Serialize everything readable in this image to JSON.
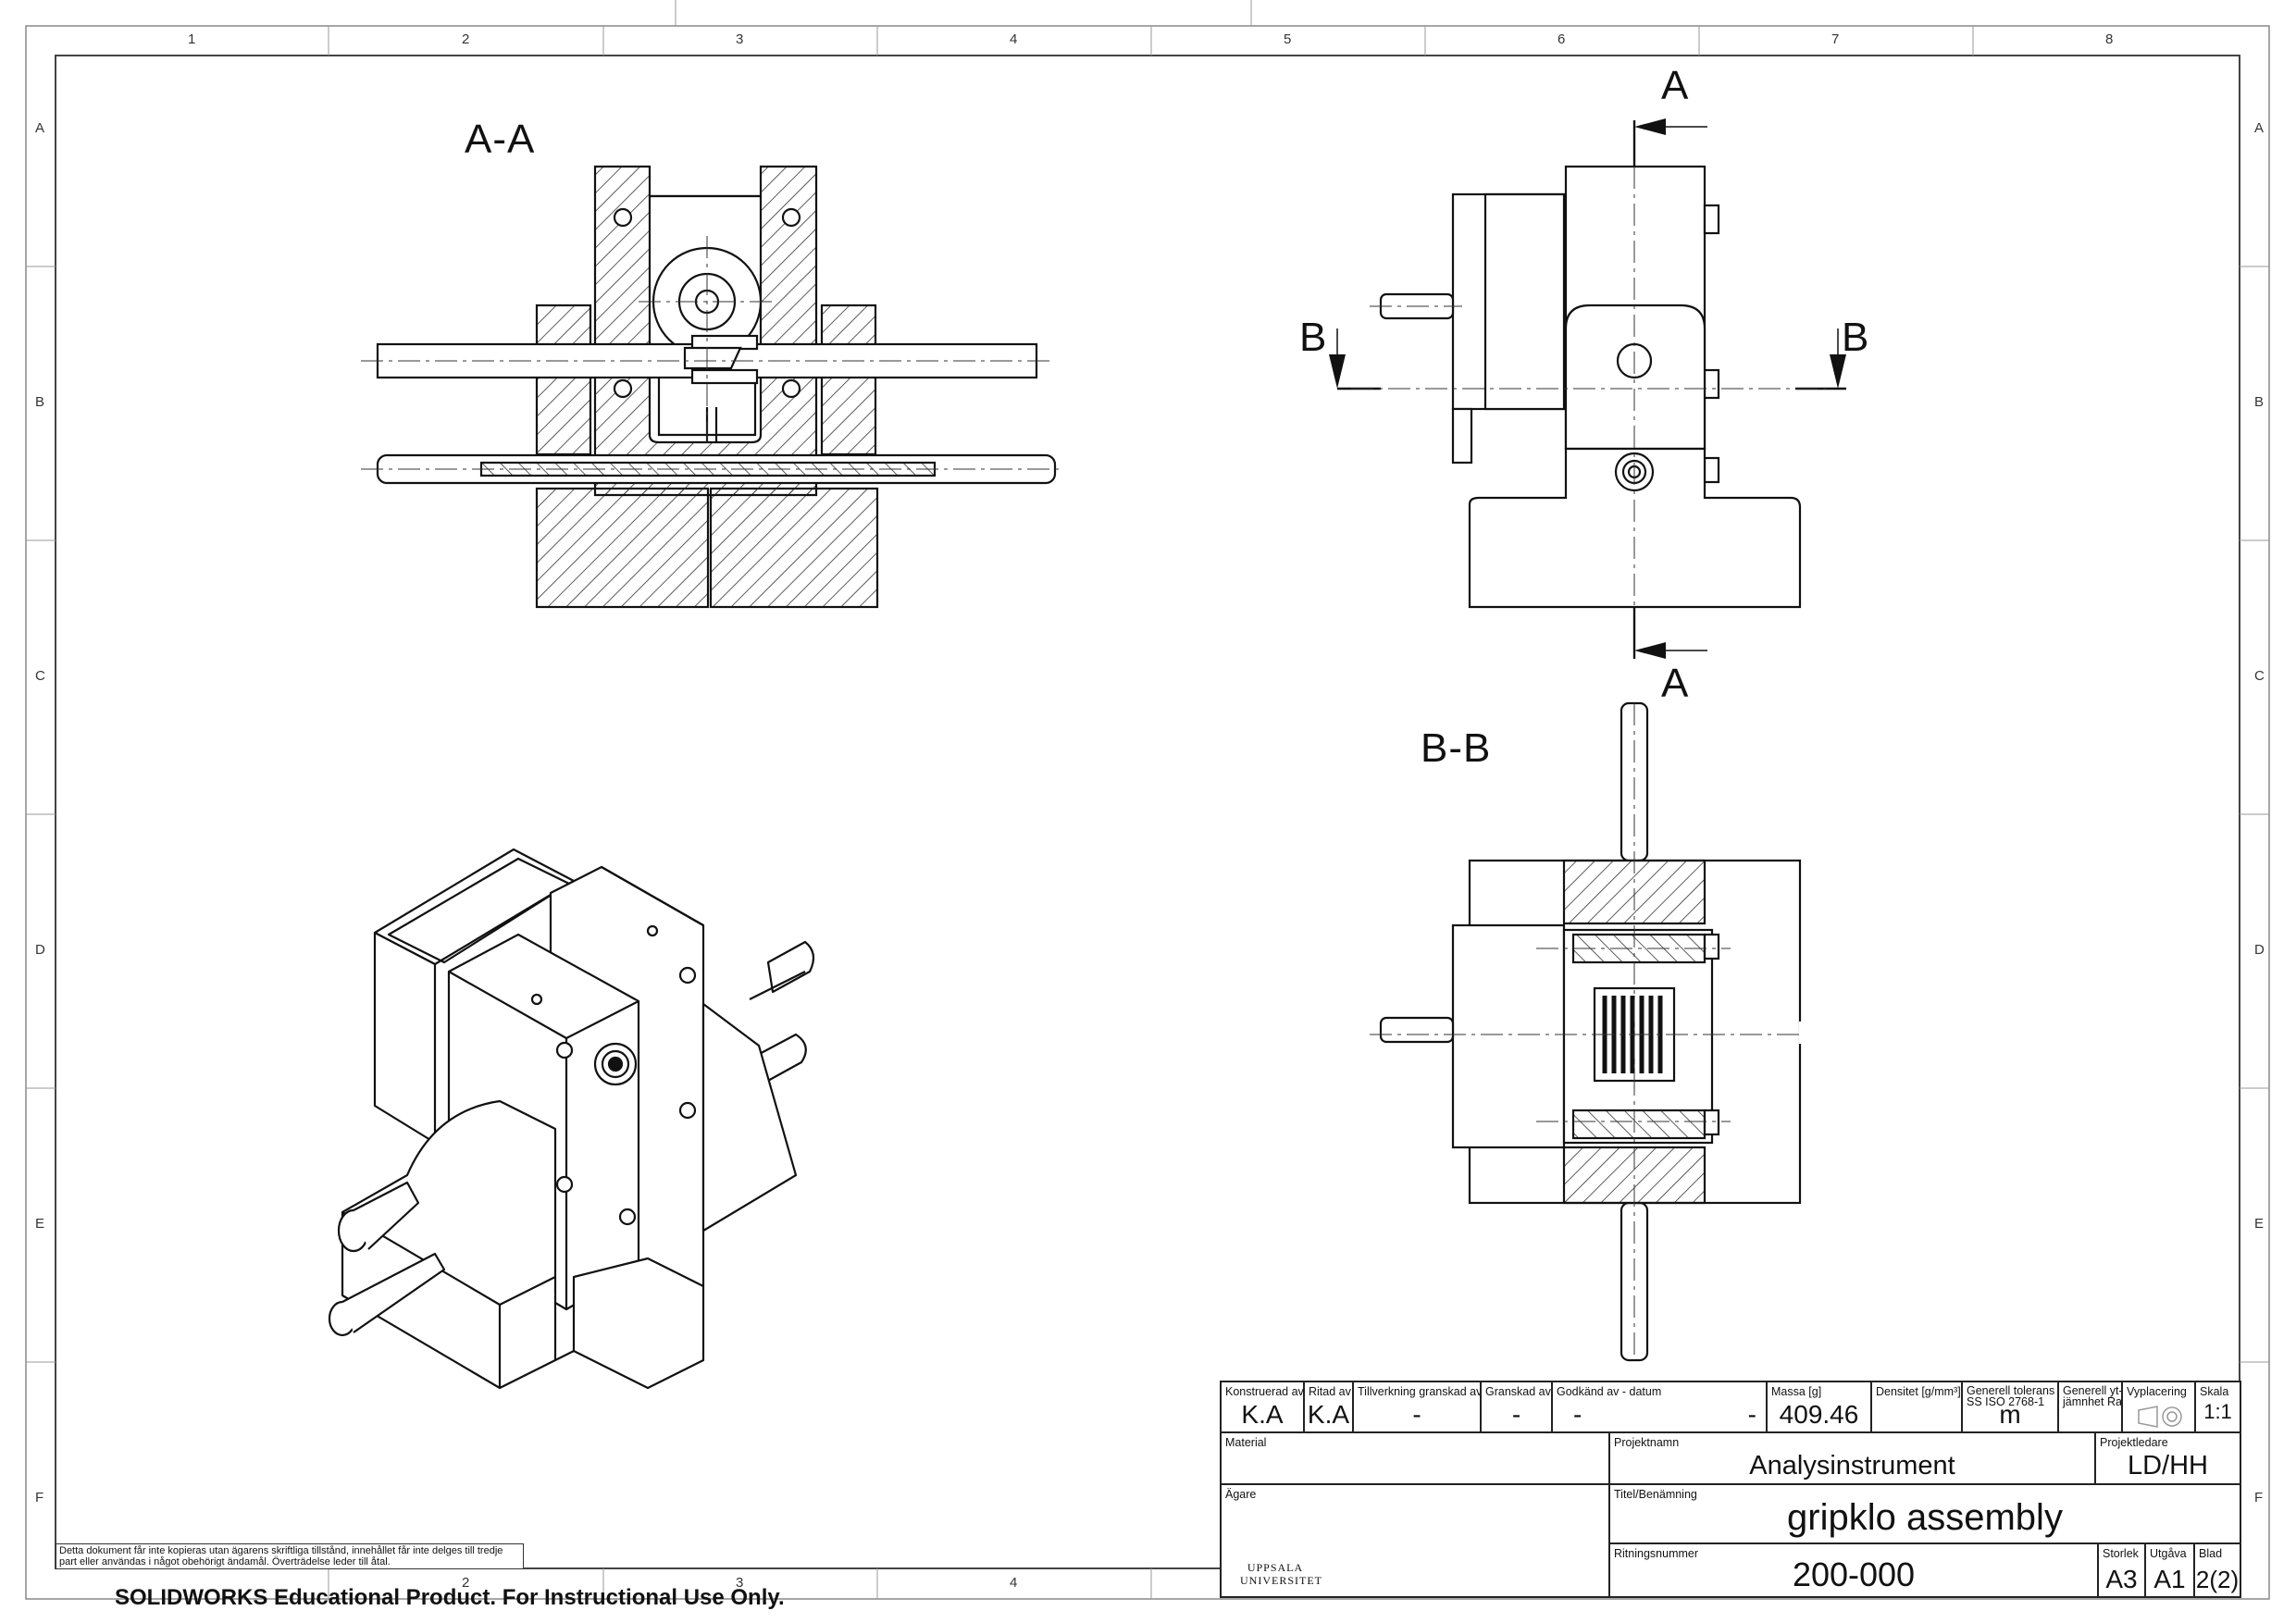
{
  "zones": {
    "columns": [
      "1",
      "2",
      "3",
      "4",
      "5",
      "6",
      "7",
      "8"
    ],
    "rows": [
      "A",
      "B",
      "C",
      "D",
      "E",
      "F"
    ]
  },
  "views": {
    "section_aa": "A-A",
    "section_bb": "B-B",
    "cut_a": "A",
    "cut_b": "B"
  },
  "title_block": {
    "konstruerad_av": {
      "label": "Konstruerad av",
      "value": "K.A"
    },
    "ritad_av": {
      "label": "Ritad av",
      "value": "K.A"
    },
    "tillverkning": {
      "label": "Tillverkning granskad av",
      "value": "-"
    },
    "granskad": {
      "label": "Granskad av",
      "value": "-"
    },
    "godkand": {
      "label": "Godkänd av  - datum",
      "value_left": "-",
      "value_right": "-"
    },
    "massa": {
      "label": "Massa [g]",
      "value": "409.46"
    },
    "densitet": {
      "label": "Densitet [g/mm³]",
      "value": ""
    },
    "tolerans": {
      "label": "Generell tolerans SS ISO 2768-1",
      "value": "m"
    },
    "ytjamnhet": {
      "label": "Generell yt-jämnhet Ra",
      "value": ""
    },
    "vyplacering": {
      "label": "Vyplacering",
      "value": ""
    },
    "skala": {
      "label": "Skala",
      "value": "1:1"
    },
    "material": {
      "label": "Material",
      "value": ""
    },
    "projektnamn": {
      "label": "Projektnamn",
      "value": "Analysinstrument"
    },
    "projektledare": {
      "label": "Projektledare",
      "value": "LD/HH"
    },
    "agare": {
      "label": "Ägare",
      "value": ""
    },
    "logo_text": [
      "UPPSALA",
      "UNIVERSITET"
    ],
    "titel": {
      "label": "Titel/Benämning",
      "value": "gripklo assembly"
    },
    "ritningsnummer": {
      "label": "Ritningsnummer",
      "value": "200-000"
    },
    "storlek": {
      "label": "Storlek",
      "value": "A3"
    },
    "utgava": {
      "label": "Utgåva",
      "value": "A1"
    },
    "blad": {
      "label": "Blad",
      "value": "2(2)"
    }
  },
  "disclaimer": "Detta dokument får inte kopieras utan ägarens skriftliga tillstånd, innehållet får inte delges till tredje part eller användas i något obehörigt ändamål. Överträdelse leder till åtal.",
  "watermark": "SOLIDWORKS Educational Product. For Instructional Use Only."
}
